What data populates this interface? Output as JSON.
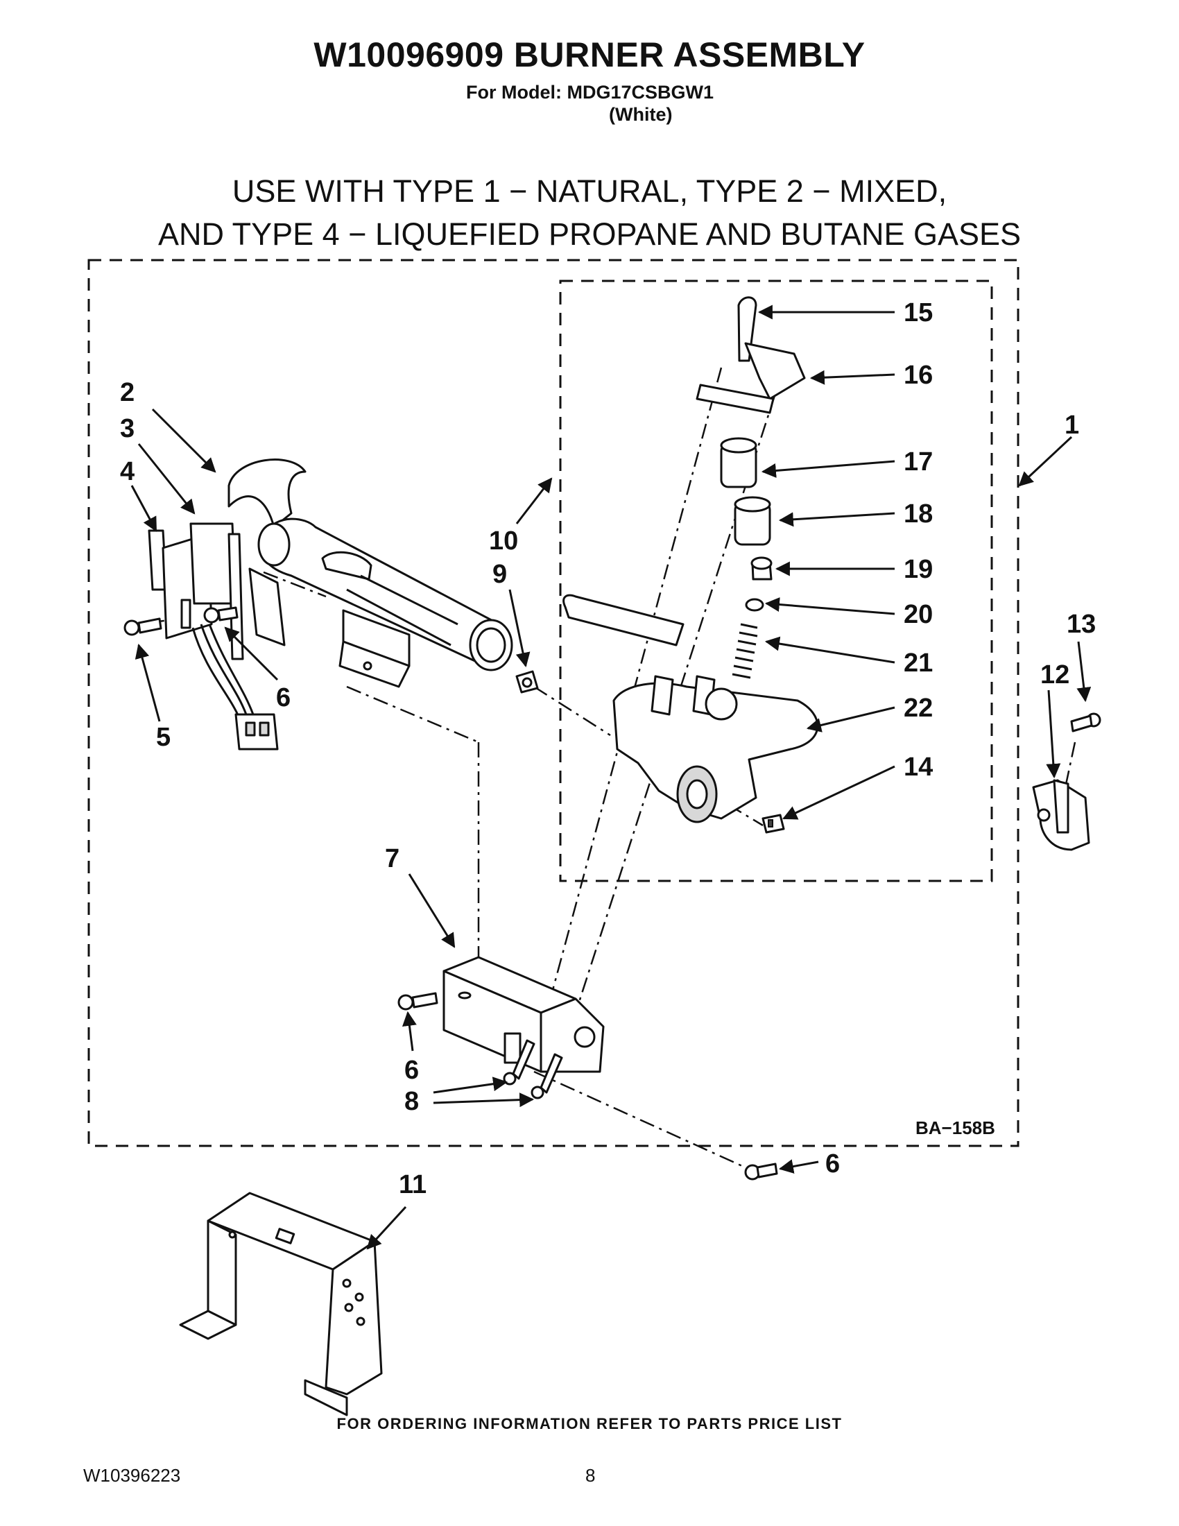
{
  "header": {
    "title": "W10096909 BURNER ASSEMBLY",
    "model_line": "For Model: MDG17CSBGW1",
    "color": "(White)"
  },
  "gas_types": {
    "line1": "USE WITH TYPE 1 − NATURAL, TYPE 2 − MIXED,",
    "line2": "AND TYPE 4 − LIQUEFIED PROPANE AND BUTANE GASES"
  },
  "diagram": {
    "reference_code": "BA−158B",
    "callouts": {
      "c1": "1",
      "c2": "2",
      "c3": "3",
      "c4": "4",
      "c5": "5",
      "c6a": "6",
      "c6b": "6",
      "c6c": "6",
      "c7": "7",
      "c8": "8",
      "c9": "9",
      "c10": "10",
      "c11": "11",
      "c12": "12",
      "c13": "13",
      "c14": "14",
      "c15": "15",
      "c16": "16",
      "c17": "17",
      "c18": "18",
      "c19": "19",
      "c20": "20",
      "c21": "21",
      "c22": "22"
    }
  },
  "footer": {
    "ordering_note": "FOR ORDERING INFORMATION REFER TO PARTS PRICE LIST",
    "document_number": "W10396223",
    "page_number": "8"
  }
}
